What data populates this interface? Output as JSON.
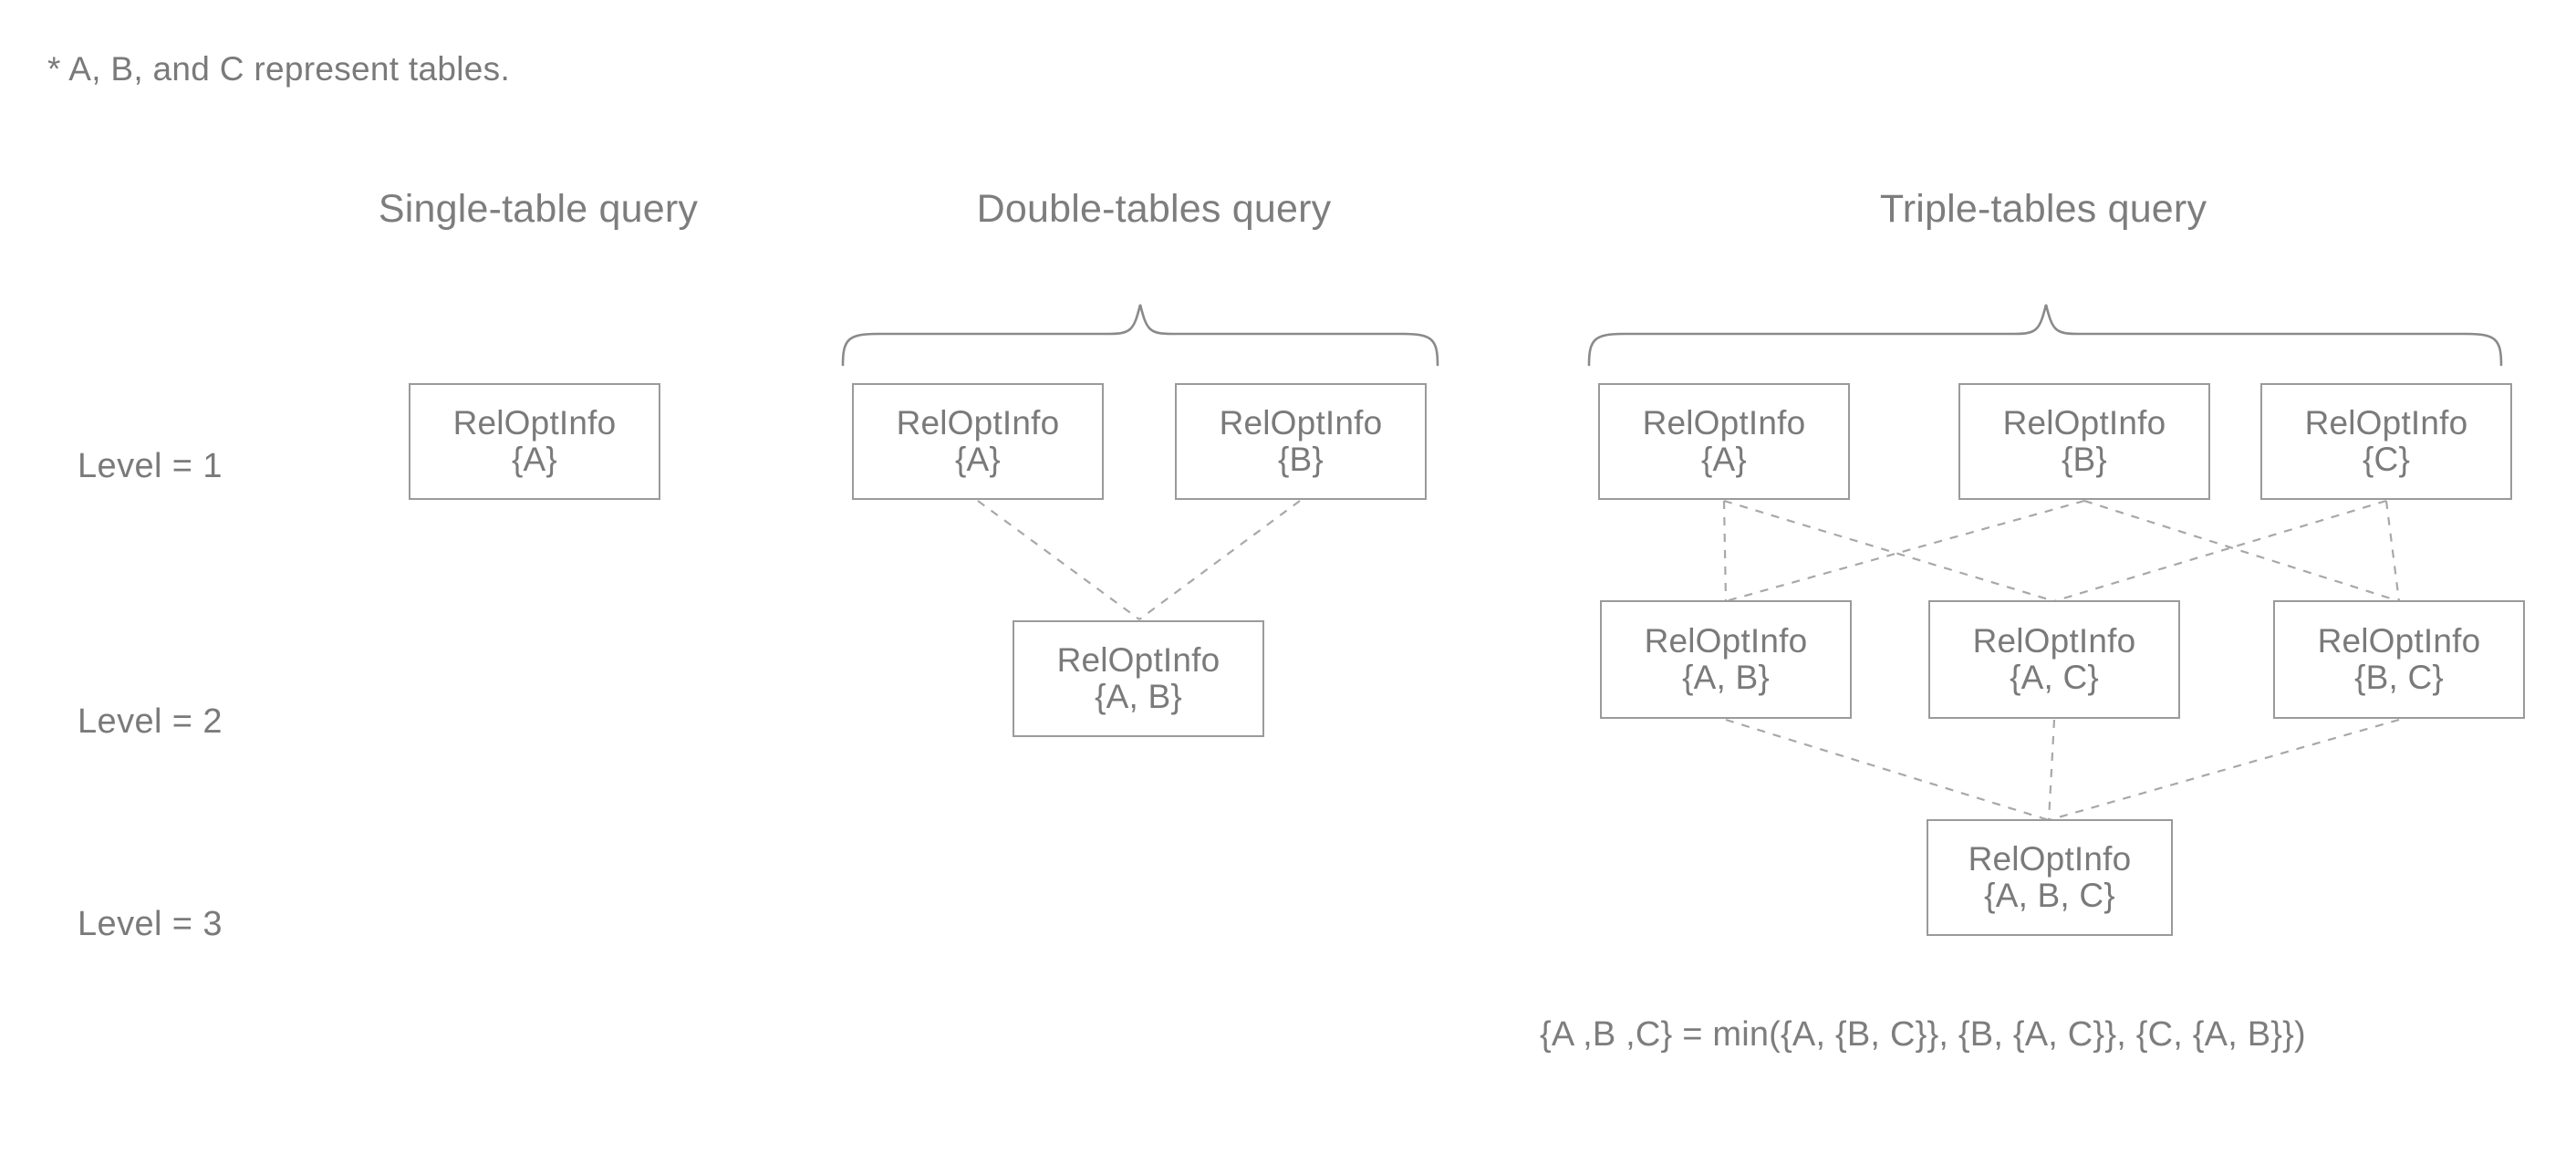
{
  "note": "* A, B, and C represent tables.",
  "columns": [
    {
      "id": "single",
      "title": "Single-table query"
    },
    {
      "id": "double",
      "title": "Double-tables query"
    },
    {
      "id": "triple",
      "title": "Triple-tables query"
    }
  ],
  "levels": [
    {
      "id": "level-1",
      "label": "Level = 1"
    },
    {
      "id": "level-2",
      "label": "Level = 2"
    },
    {
      "id": "level-3",
      "label": "Level = 3"
    }
  ],
  "node_label": "RelOptInfo",
  "nodes": {
    "single_l1_a": {
      "name": "RelOptInfo",
      "set": "{A}"
    },
    "double_l1_a": {
      "name": "RelOptInfo",
      "set": "{A}"
    },
    "double_l1_b": {
      "name": "RelOptInfo",
      "set": "{B}"
    },
    "double_l2_ab": {
      "name": "RelOptInfo",
      "set": "{A, B}"
    },
    "triple_l1_a": {
      "name": "RelOptInfo",
      "set": "{A}"
    },
    "triple_l1_b": {
      "name": "RelOptInfo",
      "set": "{B}"
    },
    "triple_l1_c": {
      "name": "RelOptInfo",
      "set": "{C}"
    },
    "triple_l2_ab": {
      "name": "RelOptInfo",
      "set": "{A, B}"
    },
    "triple_l2_ac": {
      "name": "RelOptInfo",
      "set": "{A, C}"
    },
    "triple_l2_bc": {
      "name": "RelOptInfo",
      "set": "{B, C}"
    },
    "triple_l3_abc": {
      "name": "RelOptInfo",
      "set": "{A, B, C}"
    }
  },
  "formula": "{A ,B ,C} = min({A, {B, C}}, {B, {A, C}}, {C, {A, B}})",
  "colors": {
    "text": "#7a7a7a",
    "box_border": "#9a9a9a",
    "connector": "#a0a0a0",
    "brace": "#8a8a8a",
    "background": "#ffffff"
  }
}
